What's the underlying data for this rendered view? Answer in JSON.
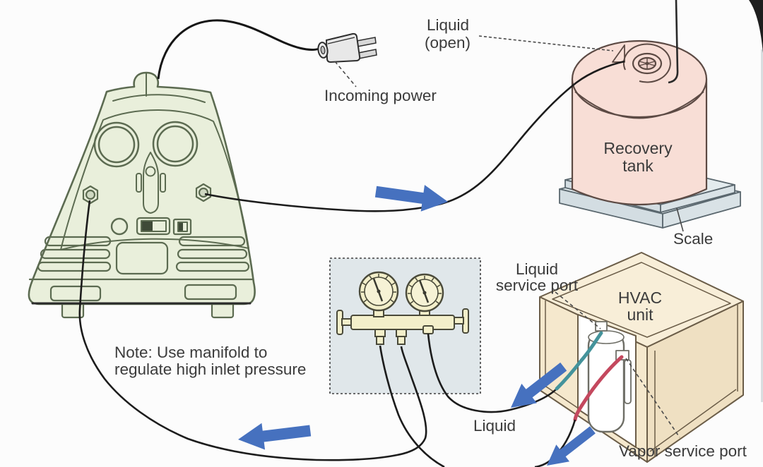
{
  "labels": {
    "incoming_power": "Incoming power",
    "liquid_open_1": "Liquid",
    "liquid_open_2": "(open)",
    "recovery_tank_1": "Recovery",
    "recovery_tank_2": "tank",
    "scale": "Scale",
    "liquid_service_port_1": "Liquid",
    "liquid_service_port_2": "service port",
    "hvac_unit_1": "HVAC",
    "hvac_unit_2": "unit",
    "liquid_hose": "Liquid",
    "vapor_service_port": "Vapor service port",
    "note_1": "Note: Use manifold to",
    "note_2": "regulate high inlet pressure"
  },
  "flow_arrows": {
    "count": 4,
    "color": "#4671bf",
    "directions": [
      "right-toward-tank",
      "left-toward-machine",
      "down-left-from-liquid-port",
      "down-left-from-vapor-port"
    ]
  },
  "colors": {
    "background": "#fcfcfc",
    "machine_fill": "#e9efdb",
    "machine_stroke": "#5c6b51",
    "tank_fill": "#f8ded6",
    "tank_stroke": "#5c4a44",
    "scale_fill": "#e3ebee",
    "scale_front_fill": "#d3dde2",
    "scale_stroke": "#5a676e",
    "manifold_box_fill": "#e0e7ea",
    "gauge_fill": "#f3efca",
    "gauge_stroke": "#4a4a3a",
    "hvac_top_fill": "#f8eed8",
    "hvac_left_fill": "#f5e8cd",
    "hvac_right_fill": "#efe0c2",
    "hvac_stroke": "#6b5d48",
    "hose_black": "#1c1c1c",
    "hose_liquid_teal": "#44939b",
    "hose_vapor_red": "#c4485e",
    "text": "#3b3b3b"
  }
}
